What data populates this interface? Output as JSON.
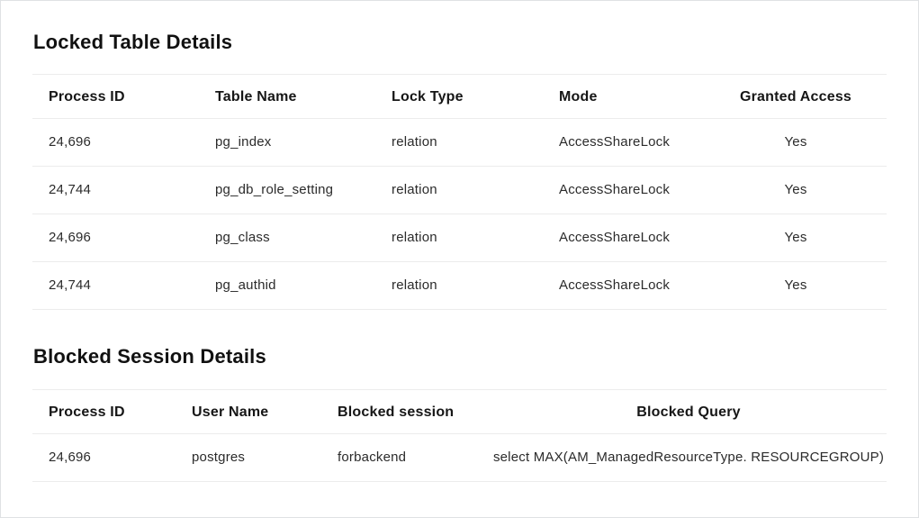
{
  "locked_table_details": {
    "title": "Locked Table Details",
    "columns": [
      "Process ID",
      "Table Name",
      "Lock Type",
      "Mode",
      "Granted Access"
    ],
    "rows": [
      [
        "24,696",
        "pg_index",
        "relation",
        "AccessShareLock",
        "Yes"
      ],
      [
        "24,744",
        "pg_db_role_setting",
        "relation",
        "AccessShareLock",
        "Yes"
      ],
      [
        "24,696",
        "pg_class",
        "relation",
        "AccessShareLock",
        "Yes"
      ],
      [
        "24,744",
        "pg_authid",
        "relation",
        "AccessShareLock",
        "Yes"
      ]
    ]
  },
  "blocked_session_details": {
    "title": "Blocked Session Details",
    "columns": [
      "Process ID",
      "User Name",
      "Blocked session",
      "Blocked Query"
    ],
    "rows": [
      [
        "24,696",
        "postgres",
        "forbackend",
        "select MAX(AM_ManagedResourceType. RESOURCEGROUP)"
      ]
    ]
  },
  "colors": {
    "background": "#ffffff",
    "text": "#1c1c1c",
    "table_border": "#ececec",
    "frame_border": "#dfe1e4"
  }
}
